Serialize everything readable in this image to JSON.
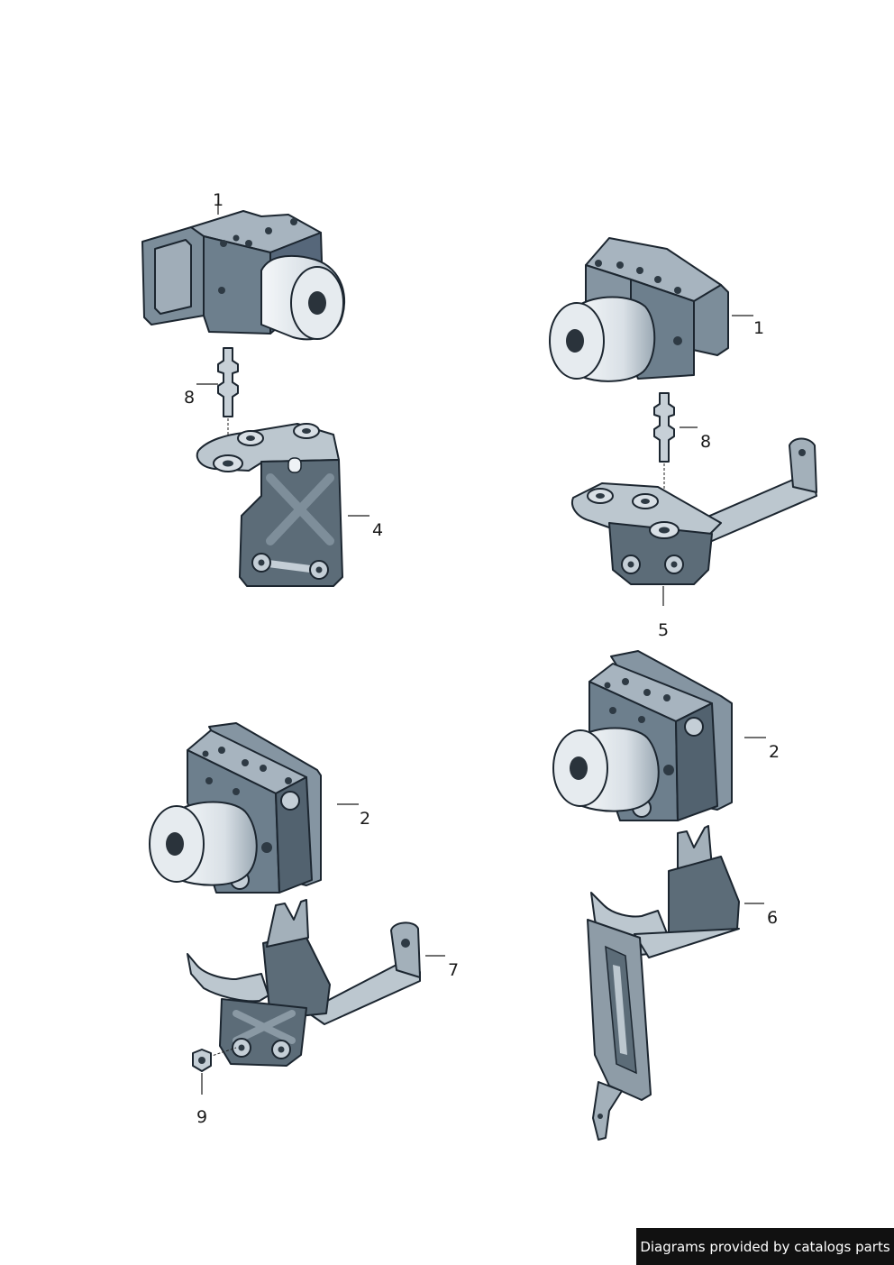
{
  "colors": {
    "background": "#ffffff",
    "metal_top": "#a7b4bf",
    "metal_side": "#6d7f8d",
    "metal_dark": "#52626f",
    "pump_light": "#e8edf1",
    "bracket_light": "#bcc7cf",
    "bracket_dark": "#5c6c78",
    "outline": "#1c2630",
    "footer_bg": "#111111",
    "footer_text": "#ffffff"
  },
  "callouts": [
    {
      "id": "c1a",
      "label": "1"
    },
    {
      "id": "c8a",
      "label": "8"
    },
    {
      "id": "c4",
      "label": "4"
    },
    {
      "id": "c1b",
      "label": "1"
    },
    {
      "id": "c8b",
      "label": "8"
    },
    {
      "id": "c5",
      "label": "5"
    },
    {
      "id": "c2a",
      "label": "2"
    },
    {
      "id": "c7",
      "label": "7"
    },
    {
      "id": "c9",
      "label": "9"
    },
    {
      "id": "c2b",
      "label": "2"
    },
    {
      "id": "c6",
      "label": "6"
    }
  ],
  "footer": {
    "text": "Diagrams provided by catalogs parts"
  }
}
